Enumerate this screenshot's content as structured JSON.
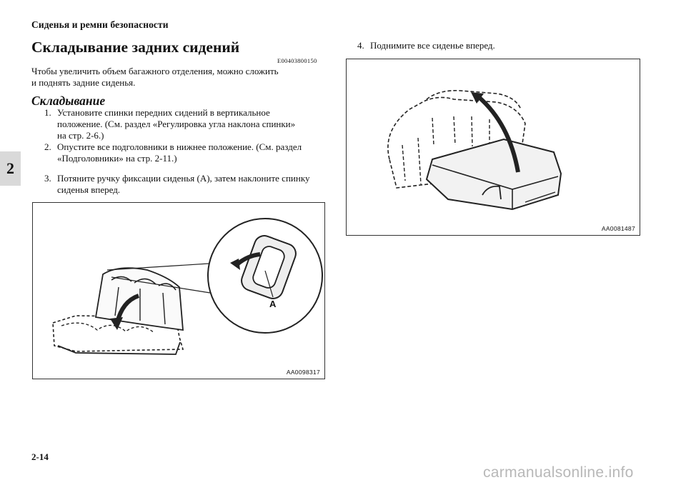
{
  "header": {
    "running_title": "Сиденья и ремни безопасности"
  },
  "chapter_tab": "2",
  "section": {
    "title": "Складывание задних сидений",
    "code": "E00403800150",
    "intro_lines": [
      "Чтобы увеличить объем багажного отделения, можно сложить",
      "и поднять задние сиденья."
    ]
  },
  "subsection": {
    "title": "Складывание"
  },
  "steps": [
    {
      "num": "1.",
      "lines": [
        "Установите спинки передних сидений в вертикальное",
        "положение. (См. раздел «Регулировка угла наклона спинки»",
        "на стр. 2-6.)"
      ]
    },
    {
      "num": "2.",
      "lines": [
        "Опустите все подголовники в нижнее положение. (См. раздел",
        "«Подголовники» на стр. 2-11.)"
      ]
    },
    {
      "num": "3.",
      "lines": [
        "Потяните ручку фиксации сиденья (A), затем наклоните спинку",
        "сиденья вперед."
      ]
    },
    {
      "num": "4.",
      "lines": [
        "Поднимите все сиденье вперед."
      ]
    }
  ],
  "figures": {
    "fig1": {
      "code": "AA0098317",
      "label_a": "A"
    },
    "fig2": {
      "code": "AA0081487"
    }
  },
  "footer": {
    "page_number": "2-14"
  },
  "watermark": "carmanualsonline.info"
}
